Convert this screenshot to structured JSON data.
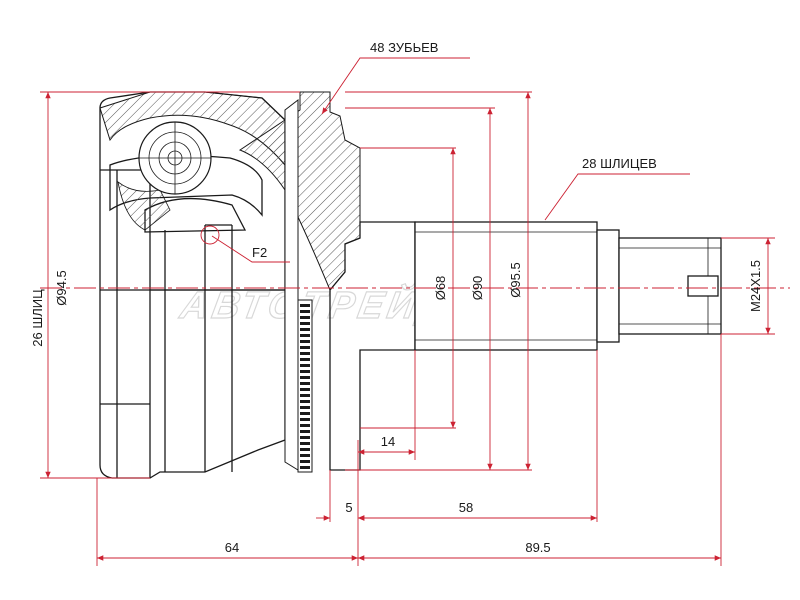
{
  "drawing": {
    "callouts": {
      "teeth": "48 ЗУБЬЕВ",
      "outer_splines": "28 ШЛИЦЕВ",
      "inner_splines": "26 ШЛИЦ",
      "f2": "F2"
    },
    "diameters": {
      "d_inner": "Ø94.5",
      "d68": "Ø68",
      "d90": "Ø90",
      "d95": "Ø95.5",
      "thread": "M24X1.5"
    },
    "lengths": {
      "l64": "64",
      "l89": "89.5",
      "l58": "58",
      "l5": "5",
      "l14": "14"
    },
    "watermark": "АВТОТРЕЙД",
    "colors": {
      "dimension_line": "#cc2233",
      "outline": "#1a1a1a",
      "hatch": "#555555"
    }
  }
}
